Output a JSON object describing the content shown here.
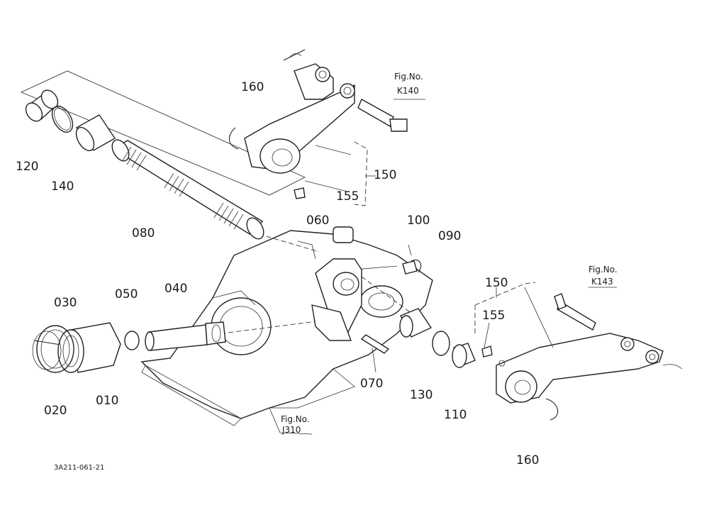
{
  "part_labels": {
    "p120": "120",
    "p140": "140",
    "p080": "080",
    "p160_top": "160",
    "p150_top": "150",
    "p155_top": "155",
    "p060": "060",
    "p100": "100",
    "p090": "090",
    "p030": "030",
    "p050": "050",
    "p040": "040",
    "p020": "020",
    "p010": "010",
    "p070": "070",
    "p130": "130",
    "p110": "110",
    "p150_right": "150",
    "p155_right": "155",
    "p160_right": "160"
  },
  "fig_refs": {
    "k140_title": "Fig.No.",
    "k140_code": "K140",
    "k143_title": "Fig.No.",
    "k143_code": "K143",
    "j310_title": "Fig.No.",
    "j310_code": "J310"
  },
  "drawing_code": "3A211-061-21"
}
